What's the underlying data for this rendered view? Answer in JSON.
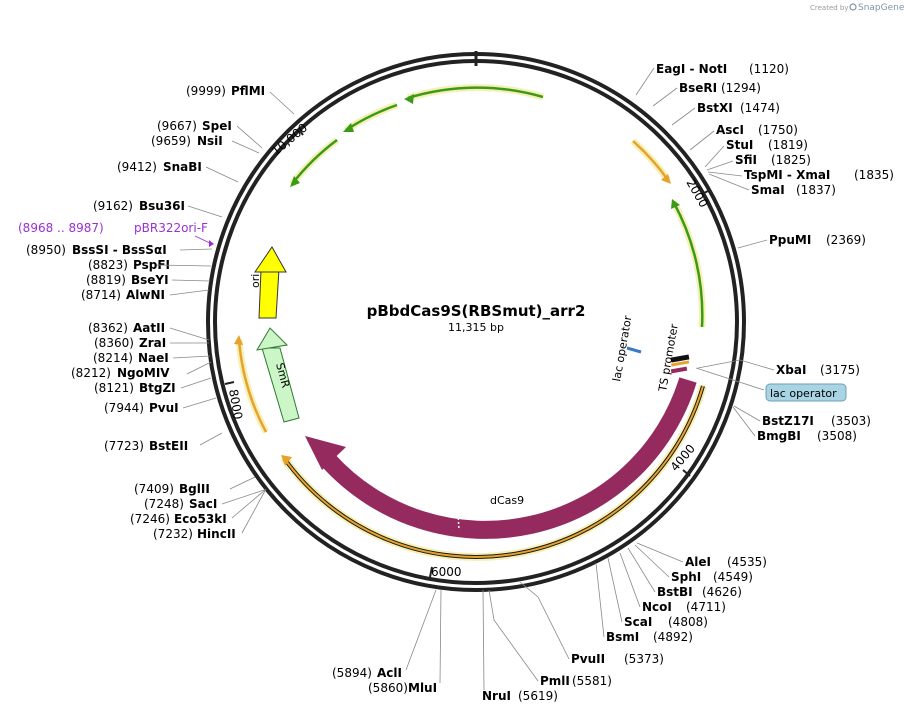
{
  "credit": {
    "text": "Created by",
    "brand": "SnapGene"
  },
  "plasmid": {
    "name": "pBbdCas9S(RBSmut)_arr2",
    "size": "11,315 bp"
  },
  "ticks": [
    "2000",
    "4000",
    "6000",
    "8000",
    "10,000"
  ],
  "enzymes": [
    {
      "name": "EagI - NotI",
      "pos": "(1120)"
    },
    {
      "name": "BseRI",
      "pos": "(1294)"
    },
    {
      "name": "BstXI",
      "pos": "(1474)"
    },
    {
      "name": "AscI",
      "pos": "(1750)"
    },
    {
      "name": "StuI",
      "pos": "(1819)"
    },
    {
      "name": "SfiI",
      "pos": "(1825)"
    },
    {
      "name": "TspMI - XmaI",
      "pos": "(1835)"
    },
    {
      "name": "SmaI",
      "pos": "(1837)"
    },
    {
      "name": "PpuMI",
      "pos": "(2369)"
    },
    {
      "name": "XbaI",
      "pos": "(3175)"
    },
    {
      "name": "BstZ17I",
      "pos": "(3503)"
    },
    {
      "name": "BmgBI",
      "pos": "(3508)"
    },
    {
      "name": "AleI",
      "pos": "(4535)"
    },
    {
      "name": "SphI",
      "pos": "(4549)"
    },
    {
      "name": "BstBI",
      "pos": "(4626)"
    },
    {
      "name": "NcoI",
      "pos": "(4711)"
    },
    {
      "name": "ScaI",
      "pos": "(4808)"
    },
    {
      "name": "BsmI",
      "pos": "(4892)"
    },
    {
      "name": "PvuII",
      "pos": "(5373)"
    },
    {
      "name": "PmlI",
      "pos": "(5581)"
    },
    {
      "name": "NruI",
      "pos": "(5619)"
    },
    {
      "name": "MluI",
      "pos": "(5860)"
    },
    {
      "name": "AclI",
      "pos": "(5894)"
    },
    {
      "name": "HincII",
      "pos": "(7232)"
    },
    {
      "name": "Eco53kI",
      "pos": "(7246)"
    },
    {
      "name": "SacI",
      "pos": "(7248)"
    },
    {
      "name": "BglII",
      "pos": "(7409)"
    },
    {
      "name": "BstEII",
      "pos": "(7723)"
    },
    {
      "name": "PvuI",
      "pos": "(7944)"
    },
    {
      "name": "BtgZI",
      "pos": "(8121)"
    },
    {
      "name": "NgoMIV",
      "pos": "(8212)"
    },
    {
      "name": "NaeI",
      "pos": "(8214)"
    },
    {
      "name": "ZraI",
      "pos": "(8360)"
    },
    {
      "name": "AatII",
      "pos": "(8362)"
    },
    {
      "name": "AlwNI",
      "pos": "(8714)"
    },
    {
      "name": "BseYI",
      "pos": "(8819)"
    },
    {
      "name": "PspFI",
      "pos": "(8823)"
    },
    {
      "name": "BssSI - BssSαI",
      "pos": "(8950)"
    },
    {
      "name": "Bsu36I",
      "pos": "(9162)"
    },
    {
      "name": "SnaBI",
      "pos": "(9412)"
    },
    {
      "name": "NsiI",
      "pos": "(9659)"
    },
    {
      "name": "SpeI",
      "pos": "(9667)"
    },
    {
      "name": "PflMI",
      "pos": "(9999)"
    }
  ],
  "primer": {
    "range": "(8968 .. 8987)",
    "name": "pBR322ori-F",
    "color": "#9b30d0"
  },
  "features": {
    "dcas9": {
      "label": "dCas9",
      "color": "#952a5e"
    },
    "smr": {
      "label": "SmR",
      "color": "#ccf5c8"
    },
    "ori": {
      "label": "ori",
      "color": "#ffff00"
    },
    "ts_promoter": {
      "label": "TS promoter"
    },
    "lac_operator": {
      "label": "lac operator"
    },
    "lac_operator_box": {
      "label": "lac operator",
      "color": "#a9d4e4"
    }
  },
  "colors": {
    "orf_green": "#3c9a16",
    "orf_orange": "#e7a22a",
    "glow": "#f5f0b8",
    "backbone": "#222222"
  }
}
